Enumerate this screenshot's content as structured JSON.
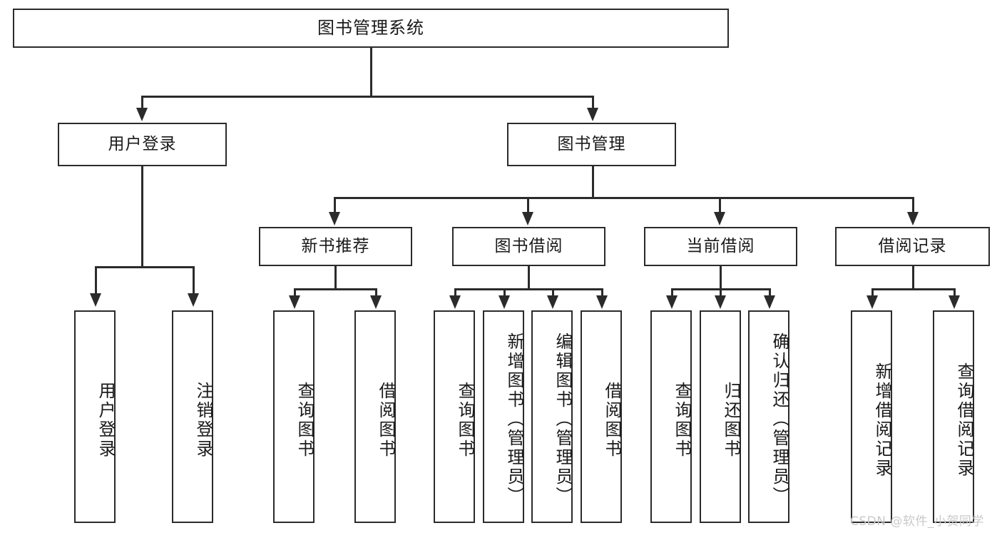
{
  "diagram": {
    "title": "图书管理系统",
    "root": {
      "label": "图书管理系统"
    },
    "level2": [
      {
        "label": "用户登录"
      },
      {
        "label": "图书管理"
      }
    ],
    "level3": [
      {
        "label": "新书推荐"
      },
      {
        "label": "图书借阅"
      },
      {
        "label": "当前借阅"
      },
      {
        "label": "借阅记录"
      }
    ],
    "leaves": {
      "user_login": [
        {
          "label": "用户登录"
        },
        {
          "label": "注销登录"
        }
      ],
      "new_book_recommend": [
        {
          "label": "查询图书"
        },
        {
          "label": "借阅图书"
        }
      ],
      "book_borrow": [
        {
          "label": "查询图书"
        },
        {
          "label": "新增图书（管理员）"
        },
        {
          "label": "编辑图书（管理员）"
        },
        {
          "label": "借阅图书"
        }
      ],
      "current_borrow": [
        {
          "label": "查询图书"
        },
        {
          "label": "归还图书"
        },
        {
          "label": "确认归还（管理员）"
        }
      ],
      "borrow_record": [
        {
          "label": "新增借阅记录"
        },
        {
          "label": "查询借阅记录"
        }
      ]
    }
  },
  "watermark": {
    "text": "CSDN @软件_小贺同学"
  },
  "colors": {
    "stroke": "#2b2b2b",
    "fill": "#ffffff",
    "text": "#1a1a1a",
    "watermark": "#c9c9c9"
  }
}
